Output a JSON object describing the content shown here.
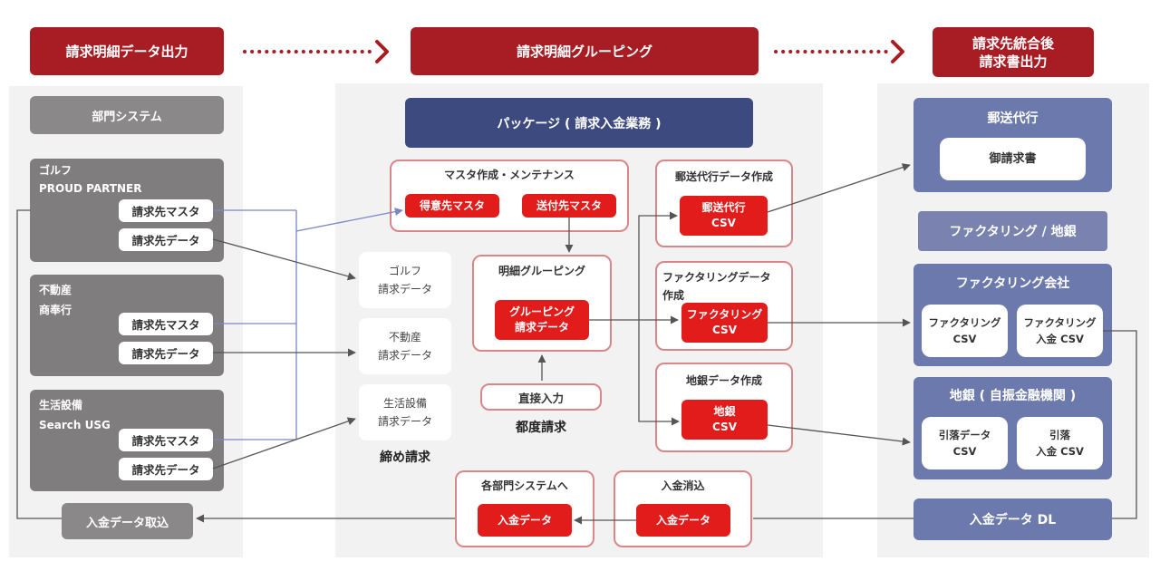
{
  "headers": {
    "left": "請求明細データ出力",
    "middle": "請求明細グルーピング",
    "right": "請求先統合後\n請求書出力"
  },
  "left": {
    "system_label": "部門システム",
    "depts": [
      {
        "title": "ゴルフ\nPROUD PARTNER",
        "btn1": "請求先マスタ",
        "btn2": "請求先データ"
      },
      {
        "title": "不動産\n商奉行",
        "btn1": "請求先マスタ",
        "btn2": "請求先データ"
      },
      {
        "title": "生活設備\nSearch USG",
        "btn1": "請求先マスタ",
        "btn2": "請求先データ"
      }
    ],
    "payment_import": "入金データ取込"
  },
  "middle": {
    "package_label": "パッケージ ( 請求入金業務 )",
    "master_box": {
      "title": "マスタ作成・メンテナンス",
      "btn1": "得意先マスタ",
      "btn2": "送付先マスタ"
    },
    "grouping_box": {
      "title": "明細グルーピング",
      "btn": "グルーピング\n請求データ"
    },
    "direct_input": "直接入力",
    "per_time_label": "都度請求",
    "invoice_cards": [
      "ゴルフ\n請求データ",
      "不動産\n請求データ",
      "生活設備\n請求データ"
    ],
    "closing_label": "締め請求",
    "mail_box": {
      "title": "郵送代行データ作成",
      "btn": "郵送代行\nCSV"
    },
    "factoring_box": {
      "title": "ファクタリングデータ\n作成",
      "btn": "ファクタリング\nCSV"
    },
    "bank_box": {
      "title": "地銀データ作成",
      "btn": "地銀\nCSV"
    },
    "to_depts_box": {
      "title": "各部門システムへ",
      "btn": "入金データ"
    },
    "clearing_box": {
      "title": "入金消込",
      "btn": "入金データ"
    }
  },
  "right": {
    "mail_agent": {
      "title": "郵送代行",
      "item": "御請求書"
    },
    "factoring_bank_label": "ファクタリング / 地銀",
    "factoring_company": {
      "title": "ファクタリング会社",
      "item1": "ファクタリング\nCSV",
      "item2": "ファクタリング\n入金 CSV"
    },
    "bank": {
      "title": "地銀 ( 自振金融機関 )",
      "item1": "引落データ\nCSV",
      "item2": "引落\n入金 CSV"
    },
    "payment_dl": "入金データ DL"
  },
  "colors": {
    "header_red": "#a81c23",
    "button_red": "#e21b1b",
    "pink_border": "#d9868b",
    "navy": "#3c4a80",
    "blue_box": "#6b79ac",
    "panel_gray": "#f2f2f2",
    "dept_gray": "#7f7d7d",
    "connector_blue": "#7b86c4",
    "connector_dark": "#555555"
  }
}
